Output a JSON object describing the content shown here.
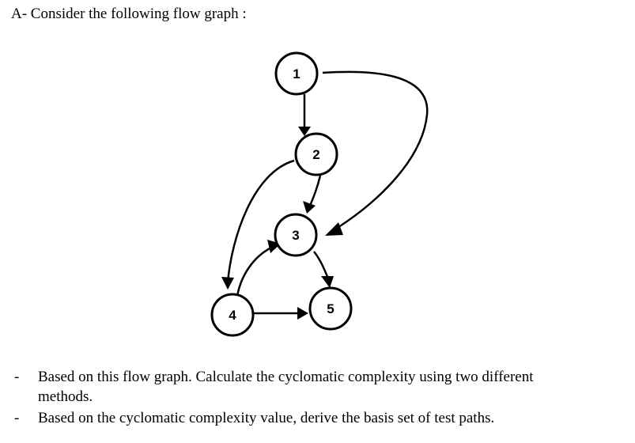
{
  "heading": "A- Consider the following flow graph :",
  "graph": {
    "nodes": [
      "1",
      "2",
      "3",
      "4",
      "5"
    ]
  },
  "bullets": [
    {
      "marker": "-",
      "line1": "Based on this flow graph. Calculate the cyclomatic complexity using two different",
      "line2": "methods."
    },
    {
      "marker": "-",
      "line1": "Based on the cyclomatic complexity value, derive the basis set of test paths."
    }
  ]
}
